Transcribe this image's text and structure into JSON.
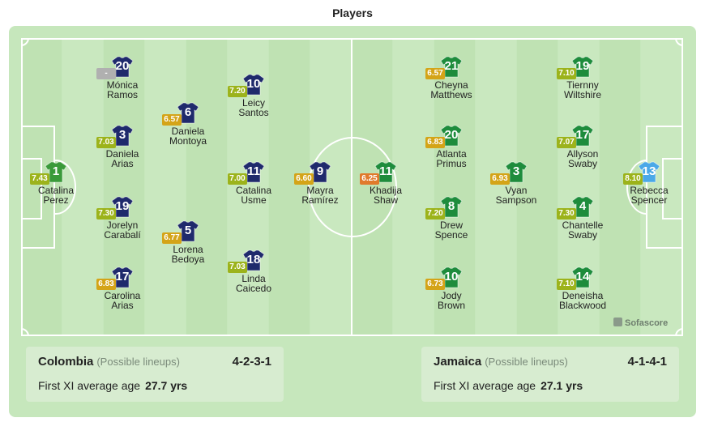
{
  "title": "Players",
  "brand": "Sofascore",
  "colors": {
    "home_shirt": "#1f2a6c",
    "home_gk_shirt": "#3a9a3a",
    "away_shirt": "#1e8c3c",
    "away_gk_shirt": "#4aa8e8",
    "rating_green": "#9cb31b",
    "rating_yellow": "#d4a418",
    "rating_orange": "#e07a2c",
    "rating_none": "#b0b0b0"
  },
  "home": {
    "name": "Colombia",
    "note": "(Possible lineups)",
    "formation": "4-2-3-1",
    "age_label": "First XI average age",
    "age_value": "27.7 yrs",
    "players": [
      {
        "number": "1",
        "name": "Catalina\nPerez",
        "rating": "7.43",
        "tone": "green",
        "gk": true
      },
      {
        "number": "20",
        "name": "Mónica\nRamos",
        "rating": "-",
        "tone": "none"
      },
      {
        "number": "3",
        "name": "Daniela\nArias",
        "rating": "7.03",
        "tone": "green"
      },
      {
        "number": "19",
        "name": "Jorelyn\nCarabalí",
        "rating": "7.30",
        "tone": "green"
      },
      {
        "number": "17",
        "name": "Carolina\nArias",
        "rating": "6.83",
        "tone": "yellow"
      },
      {
        "number": "6",
        "name": "Daniela\nMontoya",
        "rating": "6.57",
        "tone": "yellow"
      },
      {
        "number": "5",
        "name": "Lorena\nBedoya",
        "rating": "6.77",
        "tone": "yellow"
      },
      {
        "number": "10",
        "name": "Leicy\nSantos",
        "rating": "7.20",
        "tone": "green"
      },
      {
        "number": "11",
        "name": "Catalina\nUsme",
        "rating": "7.00",
        "tone": "green"
      },
      {
        "number": "18",
        "name": "Linda\nCaicedo",
        "rating": "7.03",
        "tone": "green"
      },
      {
        "number": "9",
        "name": "Mayra\nRamírez",
        "rating": "6.60",
        "tone": "yellow"
      }
    ]
  },
  "away": {
    "name": "Jamaica",
    "note": "(Possible lineups)",
    "formation": "4-1-4-1",
    "age_label": "First XI average age",
    "age_value": "27.1 yrs",
    "players": [
      {
        "number": "13",
        "name": "Rebecca\nSpencer",
        "rating": "8.10",
        "tone": "green",
        "gk": true
      },
      {
        "number": "19",
        "name": "Tiernny\nWiltshire",
        "rating": "7.10",
        "tone": "green"
      },
      {
        "number": "17",
        "name": "Allyson\nSwaby",
        "rating": "7.07",
        "tone": "green"
      },
      {
        "number": "4",
        "name": "Chantelle\nSwaby",
        "rating": "7.30",
        "tone": "green"
      },
      {
        "number": "14",
        "name": "Deneisha\nBlackwood",
        "rating": "7.10",
        "tone": "green"
      },
      {
        "number": "3",
        "name": "Vyan\nSampson",
        "rating": "6.93",
        "tone": "yellow"
      },
      {
        "number": "21",
        "name": "Cheyna\nMatthews",
        "rating": "6.57",
        "tone": "yellow"
      },
      {
        "number": "20",
        "name": "Atlanta\nPrimus",
        "rating": "6.83",
        "tone": "yellow"
      },
      {
        "number": "8",
        "name": "Drew\nSpence",
        "rating": "7.20",
        "tone": "green"
      },
      {
        "number": "10",
        "name": "Jody\nBrown",
        "rating": "6.73",
        "tone": "yellow"
      },
      {
        "number": "11",
        "name": "Khadija\nShaw",
        "rating": "6.25",
        "tone": "orange"
      }
    ]
  }
}
